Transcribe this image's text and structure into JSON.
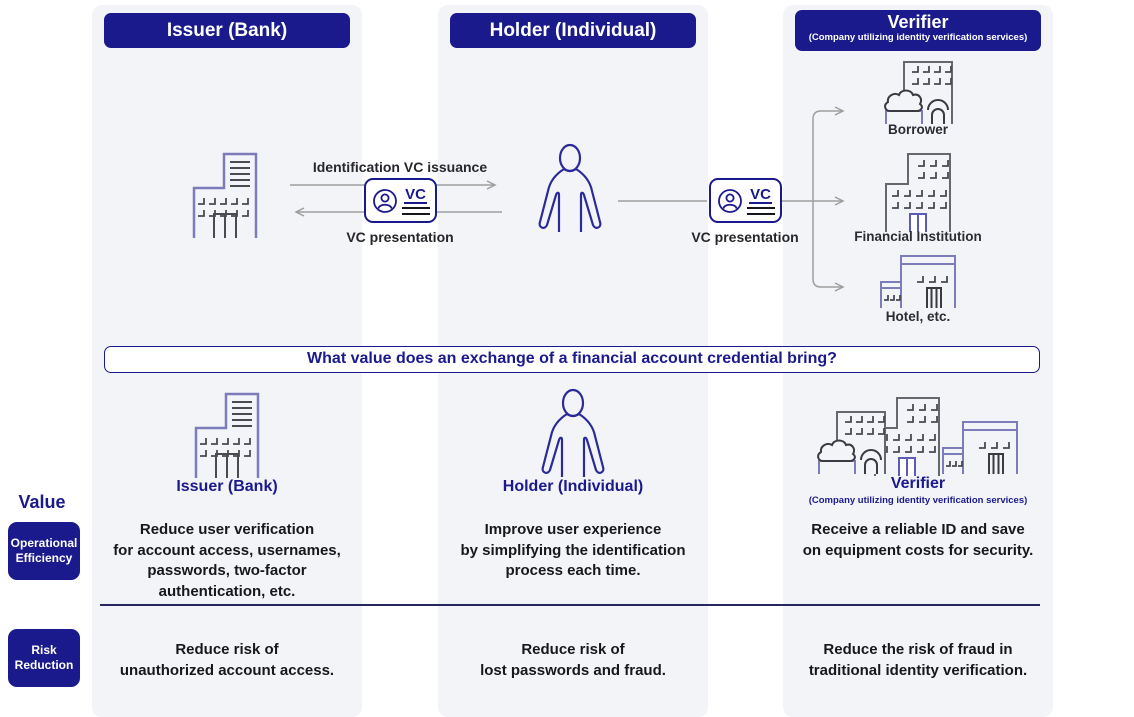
{
  "banner": {
    "question": "What value does an exchange of a financial account credential bring?"
  },
  "flow": {
    "issuance_label": "Identification VC issuance",
    "presentation_label_left": "VC presentation",
    "presentation_label_right": "VC presentation",
    "vc_card_label": "VC",
    "targets": [
      "Borrower",
      "Financial Institution",
      "Hotel, etc."
    ]
  },
  "value_rail": {
    "title": "Value",
    "rows": [
      "Operational\nEfficiency",
      "Risk\nReduction"
    ]
  },
  "columns": [
    {
      "key": "issuer",
      "header": "Issuer (Bank)",
      "name": "Issuer (Bank)",
      "efficiency": "Reduce user verification\nfor account access, usernames,\npasswords, two-factor\nauthentication, etc.",
      "risk": "Reduce risk of\nunauthorized account access."
    },
    {
      "key": "holder",
      "header": "Holder (Individual)",
      "name": "Holder (Individual)",
      "efficiency": "Improve user experience\nby simplifying the identification\nprocess each time.",
      "risk": "Reduce risk of\nlost passwords and fraud."
    },
    {
      "key": "verifier",
      "header": "Verifier",
      "header_sub": "(Company utilizing identity verification services)",
      "name": "Verifier",
      "name_sub": "(Company utilizing identity verification services)",
      "efficiency": "Receive a reliable ID and save\non equipment costs for security.",
      "risk": "Reduce the risk of fraud in\ntraditional identity verification."
    }
  ],
  "colors": {
    "primary_navy": "#1b1a8c",
    "column_bg": "#f3f4f8",
    "arrow_gray": "#9e9e9e",
    "icon_purple": "#7d7cbb",
    "icon_navy": "#2b2b97",
    "icon_dark": "#3a3a40",
    "text_dark": "#17171c",
    "divider_navy": "#26255e"
  }
}
